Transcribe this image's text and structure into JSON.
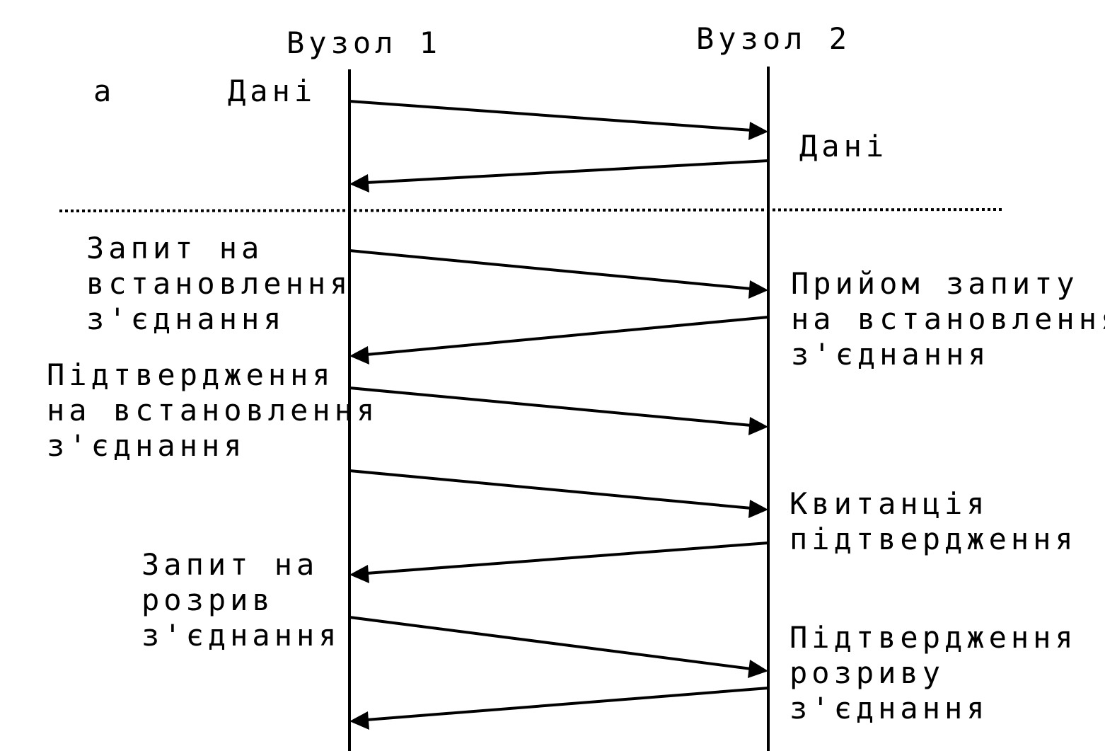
{
  "nodes": {
    "node1": "Вузол 1",
    "node2": "Вузол 2"
  },
  "section_a": {
    "marker": "а",
    "data_left": "Дані",
    "data_right": "Дані"
  },
  "section_b": {
    "connect_request": [
      "Запит на",
      "встановлення",
      "з'єднання"
    ],
    "connect_accept": [
      "Прийом запиту",
      "на встановлення",
      "з'єднання"
    ],
    "connect_confirm": [
      "Підтвердження",
      "на встановлення",
      "з'єднання"
    ],
    "ack_receipt": [
      "Квитанція",
      "підтвердження"
    ],
    "disconnect_request": [
      "Запит на",
      "розрив",
      "з'єднання"
    ],
    "disconnect_confirm": [
      "Підтвердження",
      "розриву",
      "з'єднання"
    ]
  },
  "colors": {
    "stroke": "#000000",
    "background": "#ffffff"
  }
}
